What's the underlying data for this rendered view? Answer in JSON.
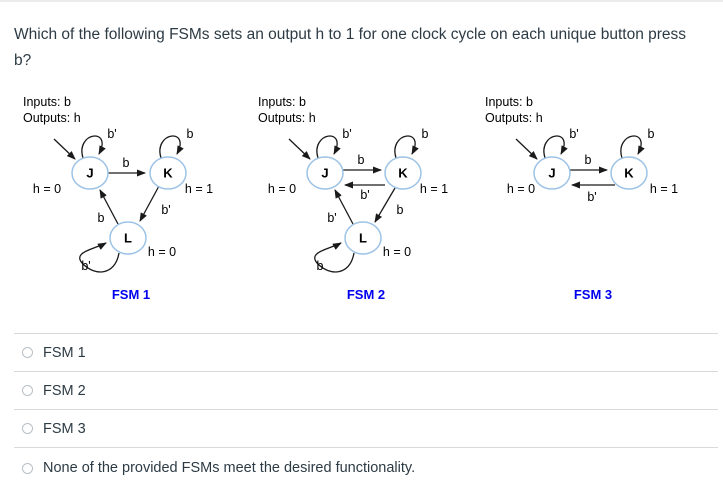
{
  "question": {
    "line1": "Which of the following FSMs sets an output h to 1 for one clock cycle on each unique button press",
    "line2": "b?"
  },
  "fsms": [
    {
      "caption": "FSM 1",
      "io": {
        "inputs": "Inputs: b",
        "outputs": "Outputs: h"
      },
      "states": [
        "J",
        "K",
        "L"
      ],
      "outputs": {
        "J": "h = 0",
        "K": "h = 1",
        "L": "h = 0"
      },
      "transitions": {
        "j_self": "b'",
        "k_self": "b",
        "l_self": "b'",
        "j_to_k": "b",
        "k_to_l": "b'",
        "l_to_j": "b"
      }
    },
    {
      "caption": "FSM 2",
      "io": {
        "inputs": "Inputs: b",
        "outputs": "Outputs: h"
      },
      "states": [
        "J",
        "K",
        "L"
      ],
      "outputs": {
        "J": "h = 0",
        "K": "h = 1",
        "L": "h = 0"
      },
      "transitions": {
        "j_self": "b'",
        "k_self": "b",
        "l_self": "b",
        "j_to_k": "b",
        "k_to_j": "b'",
        "k_to_l": "b",
        "l_to_j": "b'"
      }
    },
    {
      "caption": "FSM 3",
      "io": {
        "inputs": "Inputs: b",
        "outputs": "Outputs: h"
      },
      "states": [
        "J",
        "K"
      ],
      "outputs": {
        "J": "h = 0",
        "K": "h = 1"
      },
      "transitions": {
        "j_self": "b'",
        "k_self": "b",
        "j_to_k": "b",
        "k_to_j": "b'"
      }
    }
  ],
  "options": [
    {
      "label": "FSM 1"
    },
    {
      "label": "FSM 2"
    },
    {
      "label": "FSM 3"
    },
    {
      "label": "None of the provided FSMs meet the desired functionality."
    }
  ],
  "colors": {
    "state_stroke": "#9DC3E6",
    "caption_blue": "#0000EE",
    "text_dark": "#2D3B45",
    "divider": "#d9d9d9"
  }
}
